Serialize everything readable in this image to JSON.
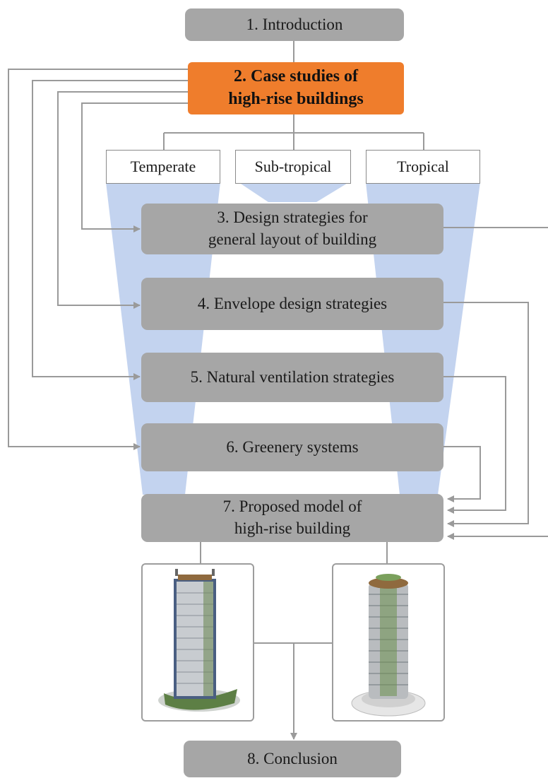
{
  "steps": {
    "intro": "1. Introduction",
    "case_studies_l1": "2. Case studies of",
    "case_studies_l2": "high-rise buildings",
    "design_l1": "3. Design strategies for",
    "design_l2": "general layout of building",
    "envelope": "4. Envelope design strategies",
    "ventilation": "5. Natural ventilation strategies",
    "greenery": "6. Greenery systems",
    "model_l1": "7. Proposed model of",
    "model_l2": "high-rise building",
    "conclusion": "8. Conclusion"
  },
  "climates": {
    "temperate": "Temperate",
    "subtropical": "Sub-tropical",
    "tropical": "Tropical"
  },
  "images": {
    "left": "rectangular-high-rise-model-render",
    "right": "cylindrical-high-rise-model-render"
  },
  "colors": {
    "step_box": "#a6a6a6",
    "highlight_box": "#ef7d2c",
    "climate_band": "#c3d3ef",
    "connector": "#9a9a9a"
  }
}
